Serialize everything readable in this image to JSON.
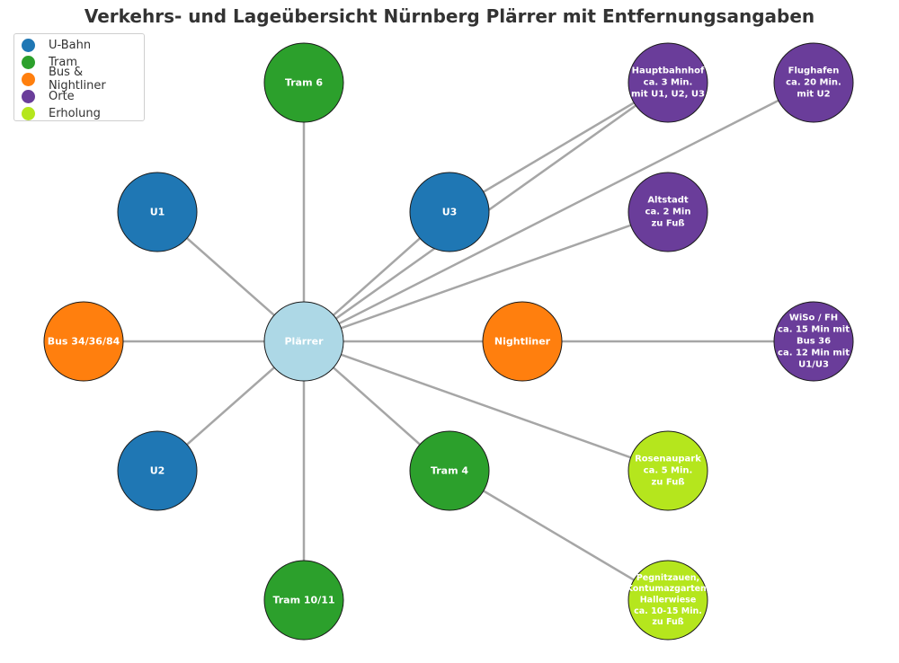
{
  "title": "Verkehrs- und Lageübersicht Nürnberg Plärrer mit Entfernungsangaben",
  "legend": [
    {
      "label": "U-Bahn",
      "color": "#1f77b4"
    },
    {
      "label": "Tram",
      "color": "#2ca02c"
    },
    {
      "label": "Bus & Nightliner",
      "color": "#ff7f0e"
    },
    {
      "label": "Orte",
      "color": "#6a3d9a"
    },
    {
      "label": "Erholung",
      "color": "#b5e61d"
    }
  ],
  "nodes": [
    {
      "id": "plaerrer",
      "lines": [
        "Plärrer"
      ],
      "category": "hub",
      "color": "#add8e6"
    },
    {
      "id": "tram6",
      "lines": [
        "Tram 6"
      ],
      "category": "Tram",
      "color": "#2ca02c"
    },
    {
      "id": "u1",
      "lines": [
        "U1"
      ],
      "category": "U-Bahn",
      "color": "#1f77b4"
    },
    {
      "id": "u3",
      "lines": [
        "U3"
      ],
      "category": "U-Bahn",
      "color": "#1f77b4"
    },
    {
      "id": "u2",
      "lines": [
        "U2"
      ],
      "category": "U-Bahn",
      "color": "#1f77b4"
    },
    {
      "id": "bus",
      "lines": [
        "Bus 34/36/84"
      ],
      "category": "Bus & Nightliner",
      "color": "#ff7f0e"
    },
    {
      "id": "nightliner",
      "lines": [
        "Nightliner"
      ],
      "category": "Bus & Nightliner",
      "color": "#ff7f0e"
    },
    {
      "id": "tram4",
      "lines": [
        "Tram 4"
      ],
      "category": "Tram",
      "color": "#2ca02c"
    },
    {
      "id": "tram1011",
      "lines": [
        "Tram 10/11"
      ],
      "category": "Tram",
      "color": "#2ca02c"
    },
    {
      "id": "hbf",
      "lines": [
        "Hauptbahnhof",
        "ca. 3 Min.",
        "mit U1, U2, U3"
      ],
      "category": "Orte",
      "color": "#6a3d9a"
    },
    {
      "id": "flughafen",
      "lines": [
        "Flughafen",
        "ca. 20 Min.",
        "mit U2"
      ],
      "category": "Orte",
      "color": "#6a3d9a"
    },
    {
      "id": "altstadt",
      "lines": [
        "Altstadt",
        "ca. 2 Min",
        "zu Fuß"
      ],
      "category": "Orte",
      "color": "#6a3d9a"
    },
    {
      "id": "wiso",
      "lines": [
        "WiSo / FH",
        "ca. 15 Min mit",
        "Bus 36",
        "ca. 12 Min mit",
        "U1/U3"
      ],
      "category": "Orte",
      "color": "#6a3d9a"
    },
    {
      "id": "rosenaupark",
      "lines": [
        "Rosenaupark",
        "ca. 5 Min.",
        "zu Fuß"
      ],
      "category": "Erholung",
      "color": "#b5e61d"
    },
    {
      "id": "pegnitz",
      "lines": [
        "Pegnitzauen,",
        "Kontumazgarten,",
        "Hallerwiese",
        "ca. 10-15 Min.",
        "zu Fuß"
      ],
      "category": "Erholung",
      "color": "#b5e61d"
    }
  ],
  "edges": [
    [
      "plaerrer",
      "tram6"
    ],
    [
      "plaerrer",
      "u1"
    ],
    [
      "plaerrer",
      "u3"
    ],
    [
      "plaerrer",
      "bus"
    ],
    [
      "plaerrer",
      "u2"
    ],
    [
      "plaerrer",
      "tram1011"
    ],
    [
      "plaerrer",
      "tram4"
    ],
    [
      "plaerrer",
      "nightliner"
    ],
    [
      "plaerrer",
      "hbf"
    ],
    [
      "plaerrer",
      "flughafen"
    ],
    [
      "plaerrer",
      "altstadt"
    ],
    [
      "plaerrer",
      "rosenaupark"
    ],
    [
      "u3",
      "hbf"
    ],
    [
      "nightliner",
      "wiso"
    ],
    [
      "tram4",
      "pegnitz"
    ]
  ]
}
